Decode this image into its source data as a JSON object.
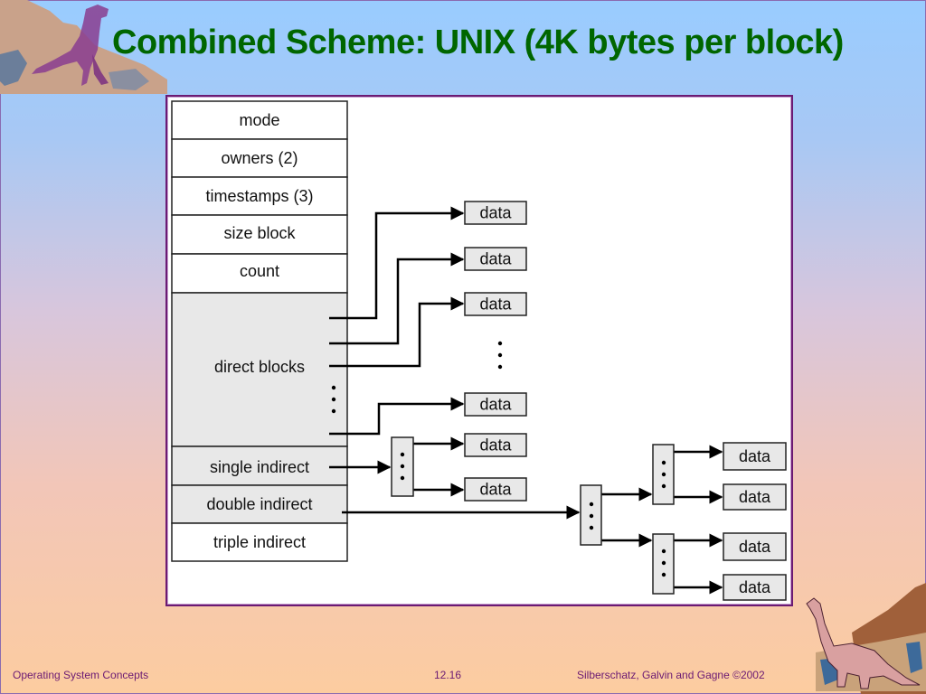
{
  "slide": {
    "title": "Combined Scheme:  UNIX (4K bytes per block)",
    "footer_left": "Operating System Concepts",
    "footer_center": "12.16",
    "footer_right": "Silberschatz, Galvin and  Gagne ©2002"
  },
  "colors": {
    "title": "#006600",
    "panel_border": "#6b1a73",
    "shaded_cell": "#e8e8e8",
    "footer_text": "#6b1a73"
  },
  "icons": {
    "top_left": "dinosaur-trex-icon",
    "bottom_right": "dinosaur-brontosaurus-icon"
  },
  "inode": {
    "fields": [
      {
        "label": "mode",
        "shaded": false
      },
      {
        "label": "owners (2)",
        "shaded": false
      },
      {
        "label": "timestamps (3)",
        "shaded": false
      },
      {
        "label": "size block",
        "shaded": false
      },
      {
        "label": "count",
        "shaded": false
      },
      {
        "label": "direct blocks",
        "shaded": true
      },
      {
        "label": "single indirect",
        "shaded": true
      },
      {
        "label": "double indirect",
        "shaded": true
      },
      {
        "label": "triple indirect",
        "shaded": false
      }
    ]
  },
  "data_block_label": "data"
}
